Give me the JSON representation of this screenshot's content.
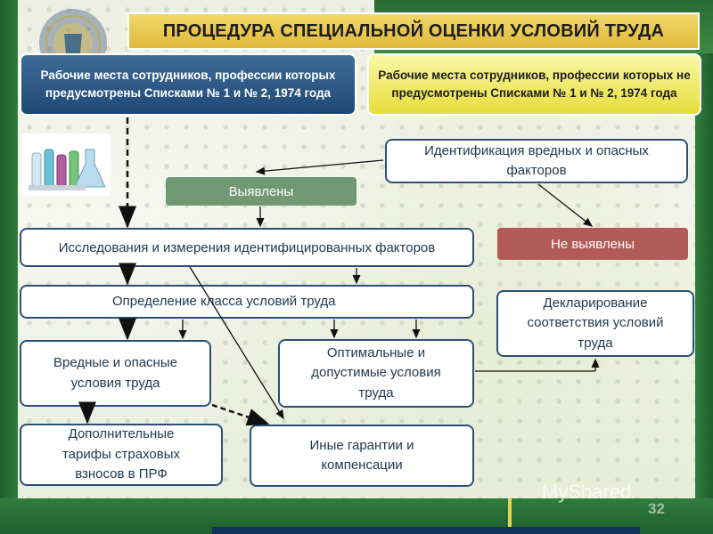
{
  "title": "ПРОЦЕДУРА СПЕЦИАЛЬНОЙ ОЦЕНКИ УСЛОВИЙ ТРУДА",
  "nodes": {
    "listed_workplaces": "Рабочие места сотрудников, профессии которых  предусмотрены Списками № 1 и № 2, 1974 года",
    "unlisted_workplaces": "Рабочие места сотрудников, профессии которых не предусмотрены Списками № 1 и № 2, 1974 года",
    "identification": "Идентификация вредных и опасных факторов",
    "found": "Выявлены",
    "not_found": "Не выявлены",
    "research": "Исследования и измерения идентифицированных факторов",
    "class_determination": "Определение класса условий труда",
    "declaration": "Декларирование соответствия условий труда",
    "harmful": "Вредные и опасные условия труда",
    "optimal": "Оптимальные и допустимые условия труда",
    "tariffs": "Дополнительные тарифы страховых взносов в ПРФ",
    "guarantees": "Иные гарантии и компенсации"
  },
  "watermark": "MyShared",
  "page_number": "32",
  "colors": {
    "title_bg": "#e8c64f",
    "listed_bg": "#2f5c8a",
    "unlisted_bg": "#f0e85a",
    "found_bg": "#6f9873",
    "not_found_bg": "#b25a55",
    "box_border": "#2c4f78",
    "green_band": "#2f7d3c"
  }
}
